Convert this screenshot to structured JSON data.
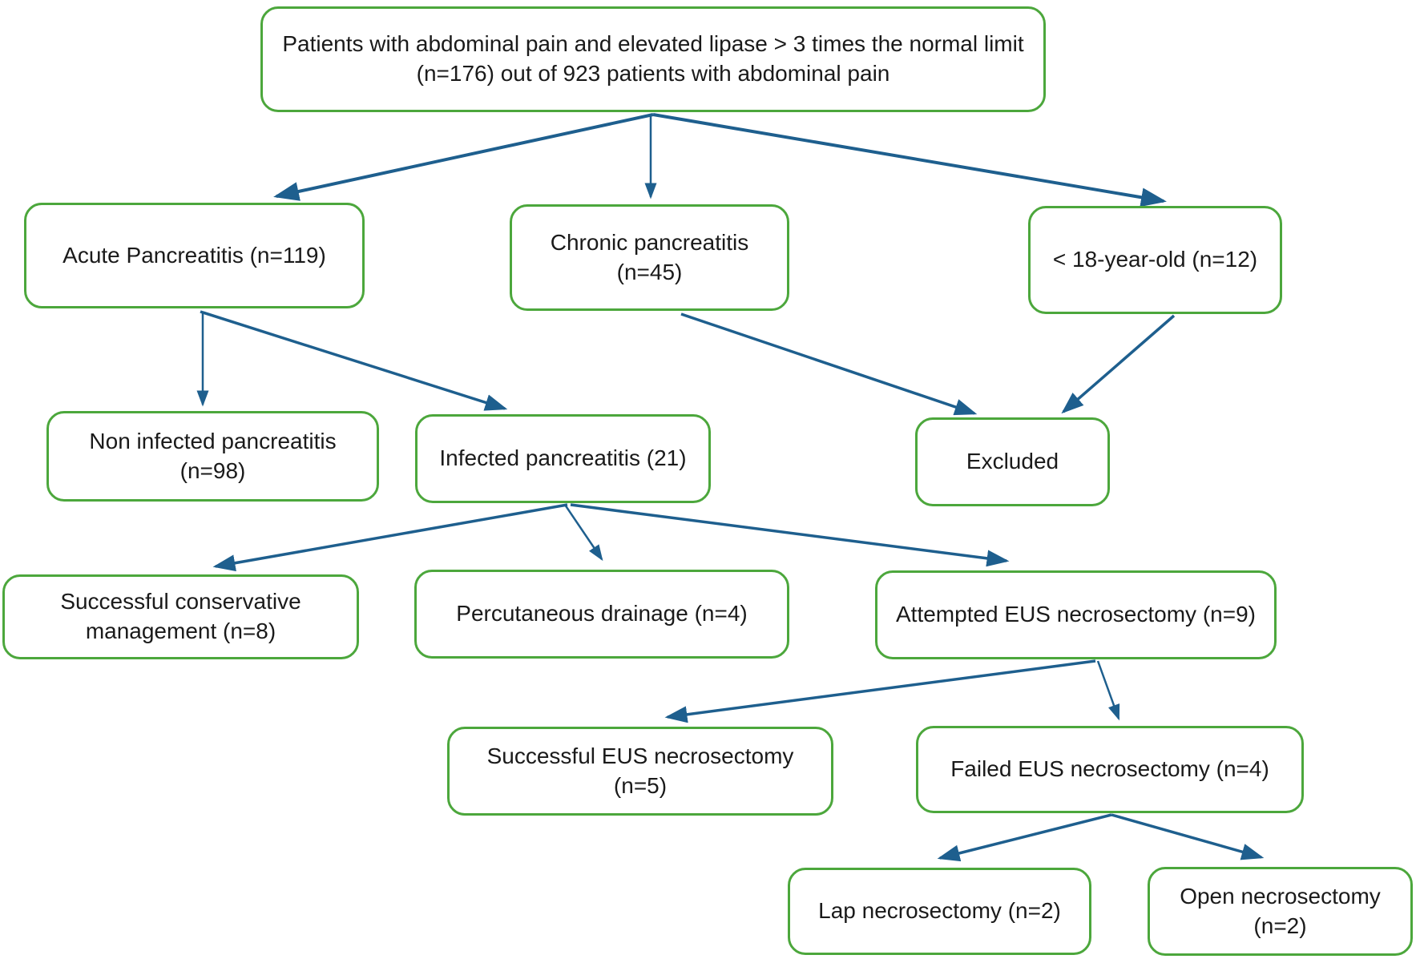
{
  "diagram_type": "patient-flowchart",
  "colors": {
    "box_border": "#4ca73c",
    "arrow": "#1e5f8e",
    "text": "#1a1a1a",
    "background": "#ffffff"
  },
  "nodes": {
    "root": {
      "line1": "Patients with abdominal pain and elevated lipase > 3 times the normal limit",
      "line2": "(n=176) out of 923 patients with abdominal pain"
    },
    "acute": {
      "label": "Acute Pancreatitis (n=119)"
    },
    "chronic": {
      "label": "Chronic pancreatitis (n=45)"
    },
    "under18": {
      "label": "< 18-year-old (n=12)"
    },
    "non_infected": {
      "label": "Non infected pancreatitis (n=98)"
    },
    "infected": {
      "label": "Infected pancreatitis (21)"
    },
    "excluded": {
      "label": "Excluded"
    },
    "conservative": {
      "label": "Successful conservative management (n=8)"
    },
    "percutaneous": {
      "label": "Percutaneous drainage (n=4)"
    },
    "attempted_eus": {
      "label": "Attempted EUS necrosectomy (n=9)"
    },
    "successful_eus": {
      "label": "Successful EUS necrosectomy (n=5)"
    },
    "failed_eus": {
      "label": "Failed EUS necrosectomy (n=4)"
    },
    "lap": {
      "label": "Lap necrosectomy (n=2)"
    },
    "open": {
      "label": "Open necrosectomy (n=2)"
    }
  },
  "edges": [
    {
      "from": "root",
      "to": "acute"
    },
    {
      "from": "root",
      "to": "chronic"
    },
    {
      "from": "root",
      "to": "under18"
    },
    {
      "from": "acute",
      "to": "non_infected"
    },
    {
      "from": "acute",
      "to": "infected"
    },
    {
      "from": "chronic",
      "to": "excluded"
    },
    {
      "from": "under18",
      "to": "excluded"
    },
    {
      "from": "infected",
      "to": "conservative"
    },
    {
      "from": "infected",
      "to": "percutaneous"
    },
    {
      "from": "infected",
      "to": "attempted_eus"
    },
    {
      "from": "attempted_eus",
      "to": "successful_eus"
    },
    {
      "from": "attempted_eus",
      "to": "failed_eus"
    },
    {
      "from": "failed_eus",
      "to": "lap"
    },
    {
      "from": "failed_eus",
      "to": "open"
    }
  ]
}
